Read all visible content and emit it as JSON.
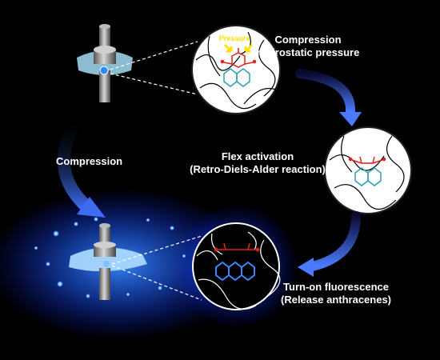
{
  "labels": {
    "compression_hydrostatic": [
      "Compression",
      "hydrostatic pressure"
    ],
    "compression": "Compression",
    "flex_activation": [
      "Flex activation",
      "(Retro-Diels-Alder reaction)"
    ],
    "turn_on": [
      "Turn-on fluorescence",
      "(Release anthracenes)"
    ],
    "pressure": "Pressure"
  },
  "colors": {
    "background": "#000000",
    "arrow_blue": "#3d6cf0",
    "glow_blue": "#1f6bff",
    "chem_red": "#e0201a",
    "chem_teal": "#2a9fb0",
    "pressure_yellow": "#ffe000"
  },
  "icons": {
    "compression_device": "press-icon",
    "polymer_network": "polymer-network-icon"
  }
}
